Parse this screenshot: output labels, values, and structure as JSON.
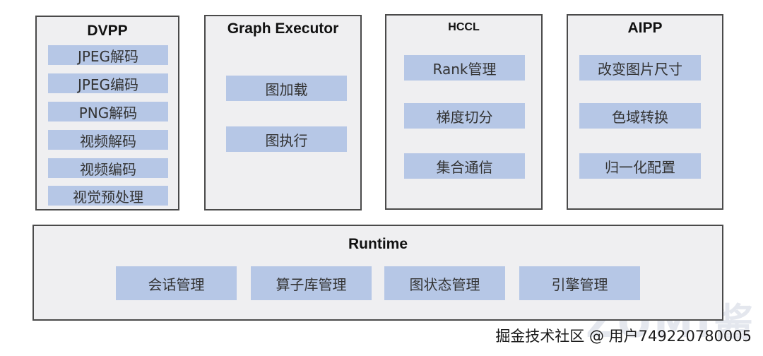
{
  "modules": {
    "dvpp": {
      "title": "DVPP",
      "items": [
        "JPEG解码",
        "JPEG编码",
        "PNG解码",
        "视频解码",
        "视频编码",
        "视觉预处理"
      ]
    },
    "graph_executor": {
      "title": "Graph Executor",
      "items": [
        "图加载",
        "图执行"
      ]
    },
    "hccl": {
      "title": "HCCL",
      "items": [
        "Rank管理",
        "梯度切分",
        "集合通信"
      ]
    },
    "aipp": {
      "title": "AIPP",
      "items": [
        "改变图片尺寸",
        "色域转换",
        "归一化配置"
      ]
    }
  },
  "runtime": {
    "title": "Runtime",
    "items": [
      "会话管理",
      "算子库管理",
      "图状态管理",
      "引擎管理"
    ]
  },
  "watermark": {
    "text": "掘金技术社区 @ 用户749220780005",
    "logo_text": "ZOMI酱"
  },
  "colors": {
    "box_fill": "#efeff1",
    "item_fill": "#b6c7e6",
    "border": "#4a4a4a"
  }
}
